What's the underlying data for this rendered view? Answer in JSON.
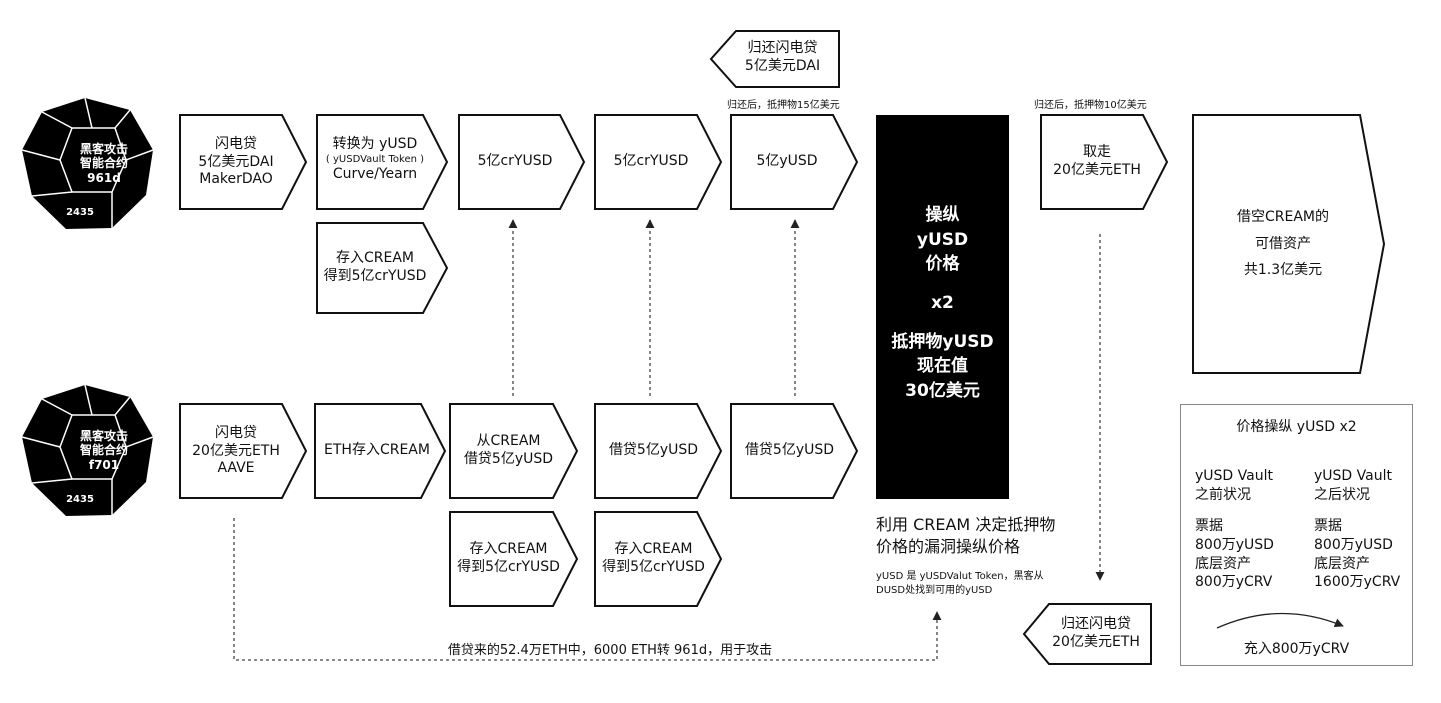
{
  "hackers": [
    {
      "lines": [
        "黑客攻击",
        "智能合约",
        "961d"
      ],
      "number": "2435"
    },
    {
      "lines": [
        "黑客攻击",
        "智能合约",
        "f701"
      ],
      "number": "2435"
    }
  ],
  "top_row": [
    {
      "lines": [
        "闪电贷",
        "5亿美元DAI",
        "MakerDAO"
      ]
    },
    {
      "lines": [
        "转换为 yUSD",
        "( yUSDVault Token )",
        "Curve/Yearn"
      ]
    },
    {
      "lines": [
        "5亿crYUSD"
      ]
    },
    {
      "lines": [
        "5亿crYUSD"
      ]
    },
    {
      "lines": [
        "5亿yUSD"
      ]
    },
    {
      "lines": [
        "取走",
        "20亿美元ETH"
      ]
    },
    {
      "lines": [
        "借空CREAM的",
        "可借资产",
        "共1.3亿美元"
      ]
    }
  ],
  "top_sub": {
    "lines": [
      "存入CREAM",
      "得到5亿crYUSD"
    ]
  },
  "return_dai": {
    "lines": [
      "归还闪电贷",
      "5亿美元DAI"
    ]
  },
  "top_notes": [
    "归还后，抵押物15亿美元",
    "归还后，抵押物10亿美元"
  ],
  "bottom_row": [
    {
      "lines": [
        "闪电贷",
        "20亿美元ETH",
        "AAVE"
      ]
    },
    {
      "lines": [
        "ETH存入CREAM"
      ]
    },
    {
      "lines": [
        "从CREAM",
        "借贷5亿yUSD"
      ]
    },
    {
      "lines": [
        "借贷5亿yUSD"
      ]
    },
    {
      "lines": [
        "借贷5亿yUSD"
      ]
    }
  ],
  "bottom_sub": [
    {
      "lines": [
        "存入CREAM",
        "得到5亿crYUSD"
      ]
    },
    {
      "lines": [
        "存入CREAM",
        "得到5亿crYUSD"
      ]
    }
  ],
  "return_eth": {
    "lines": [
      "归还闪电贷",
      "20亿美元ETH"
    ]
  },
  "black_box": {
    "lines": [
      "操纵",
      "yUSD",
      "价格",
      "",
      "x2",
      "",
      "抵押物yUSD",
      "现在值",
      "30亿美元"
    ]
  },
  "exploit_title": [
    "利用 CREAM 决定抵押物",
    "价格的漏洞操纵价格"
  ],
  "exploit_note": [
    "yUSD 是 yUSDValut Token，黑客从",
    "DUSD处找到可用的yUSD"
  ],
  "bottom_caption": "借贷来的52.4万ETH中，6000 ETH转 961d，用于攻击",
  "legend": {
    "title": "价格操纵 yUSD x2",
    "before": [
      "yUSD Vault",
      "之前状况",
      "",
      "票据",
      "800万yUSD",
      "底层资产",
      "800万yCRV"
    ],
    "after": [
      "yUSD Vault",
      "之后状况",
      "",
      "票据",
      "800万yUSD",
      "底层资产",
      "1600万yCRV"
    ],
    "arrow_label": "充入800万yCRV"
  },
  "colors": {
    "ink": "#111111",
    "fill": "#ffffff",
    "block": "#000000",
    "dotted": "#444444"
  }
}
